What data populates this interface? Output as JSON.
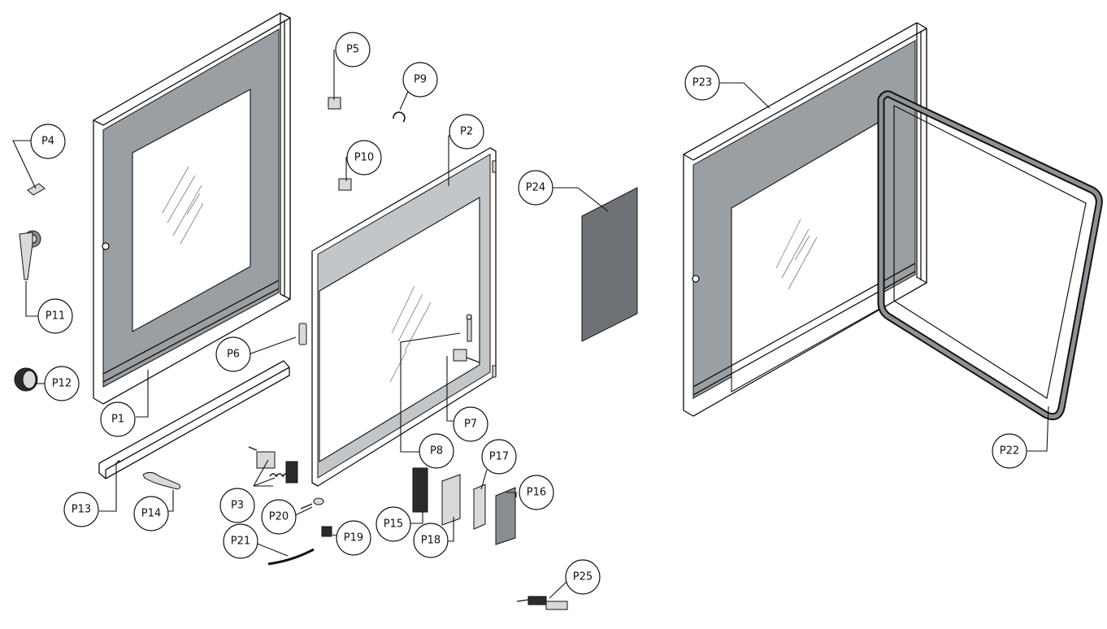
{
  "diagram": {
    "type": "exploded-parts-view",
    "part_labels": [
      "P1",
      "P2",
      "P3",
      "P4",
      "P5",
      "P6",
      "P7",
      "P8",
      "P9",
      "P10",
      "P11",
      "P12",
      "P13",
      "P14",
      "P15",
      "P16",
      "P17",
      "P18",
      "P19",
      "P20",
      "P21",
      "P22",
      "P23",
      "P24",
      "P25"
    ]
  },
  "colors": {
    "panel_gray": "#9a9fa3",
    "dark_panel": "#6e7175",
    "outline": "#111111",
    "background": "#ffffff"
  }
}
